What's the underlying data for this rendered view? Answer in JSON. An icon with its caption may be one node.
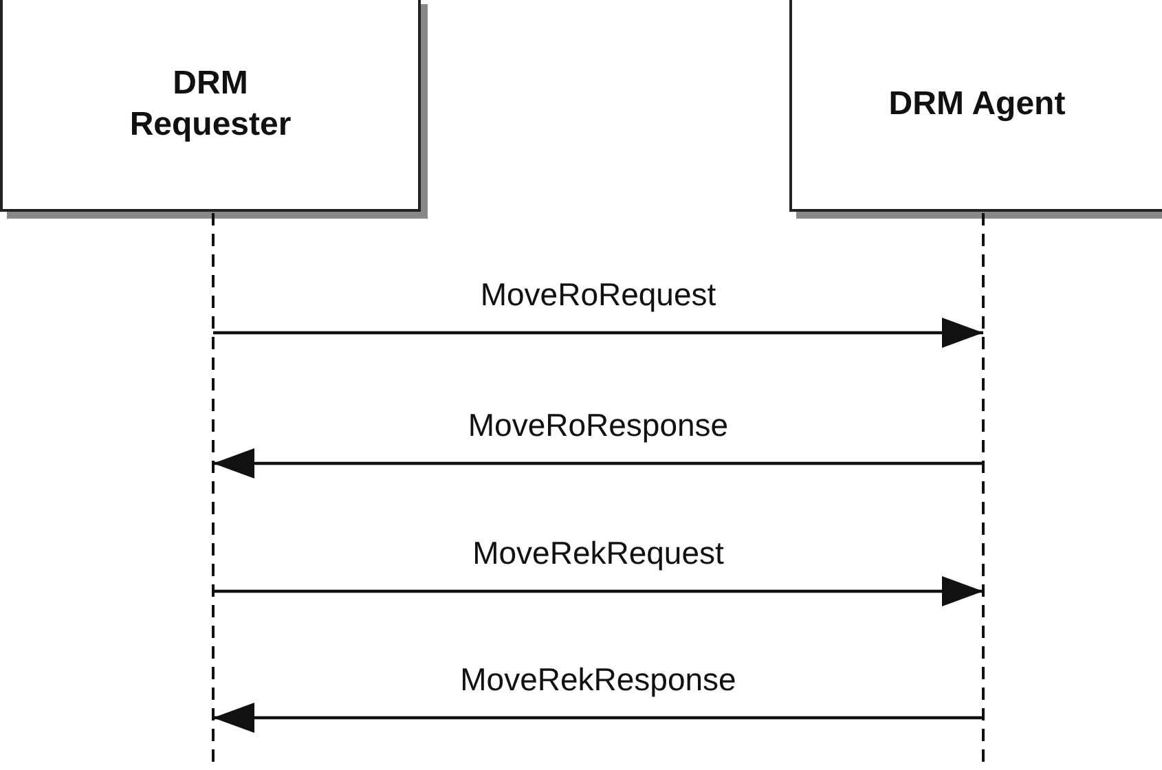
{
  "diagram": {
    "nodes": [
      {
        "text": [
          "DRM Requester"
        ]
      },
      {
        "text": [
          "DRM Agent"
        ]
      },
      {
        "text": [],
        "shape": "line"
      },
      {
        "text": [],
        "shape": "line"
      }
    ],
    "edges": [
      {
        "from": 2,
        "to": 3,
        "arrow": "to",
        "label": "MoveRoRequest"
      },
      {
        "from": 3,
        "to": 2,
        "arrow": "to",
        "label": "MoveRoResponse"
      },
      {
        "from": 2,
        "to": 3,
        "arrow": "to",
        "label": "MoveRekRequest"
      },
      {
        "from": 3,
        "to": 2,
        "arrow": "to",
        "label": "MoveRekResponse"
      }
    ]
  }
}
